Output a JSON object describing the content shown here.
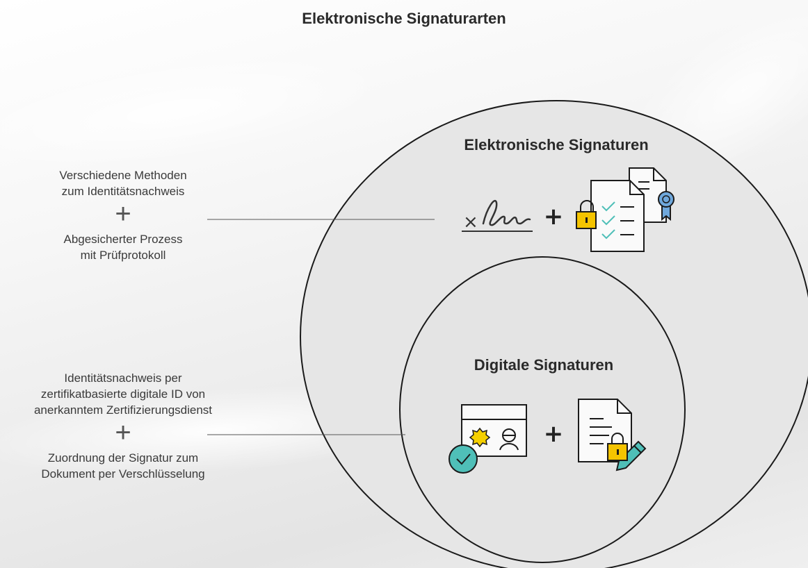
{
  "title": "Elektronische Signaturarten",
  "outer_circle": {
    "title": "Elektronische Signaturen",
    "icons": [
      "signature-icon",
      "secured-documents-icon"
    ],
    "plus": "+"
  },
  "inner_circle": {
    "title": "Digitale Signaturen",
    "icons": [
      "digital-id-card-icon",
      "locked-document-pen-icon"
    ],
    "plus": "+"
  },
  "labels": {
    "electronic": {
      "line1": "Verschiedene Methoden",
      "line2": "zum Identitätsnachweis",
      "plus": "+",
      "line3": "Abgesicherter Prozess",
      "line4": "mit Prüfprotokoll"
    },
    "digital": {
      "line1": "Identitätsnachweis per",
      "line2": "zertifikatbasierte digitale ID von",
      "line3": "anerkanntem Zertifizierungsdienst",
      "plus": "+",
      "line4": "Zuordnung der Signatur zum",
      "line5": "Dokument per Verschlüsselung"
    }
  },
  "colors": {
    "circle_fill": "#e6e6e6",
    "stroke": "#1a1a1a",
    "lock_yellow": "#f5c400",
    "check_teal": "#4fbfb8",
    "badge_blue": "#6fa8dc",
    "seal_yellow": "#f5d000"
  }
}
